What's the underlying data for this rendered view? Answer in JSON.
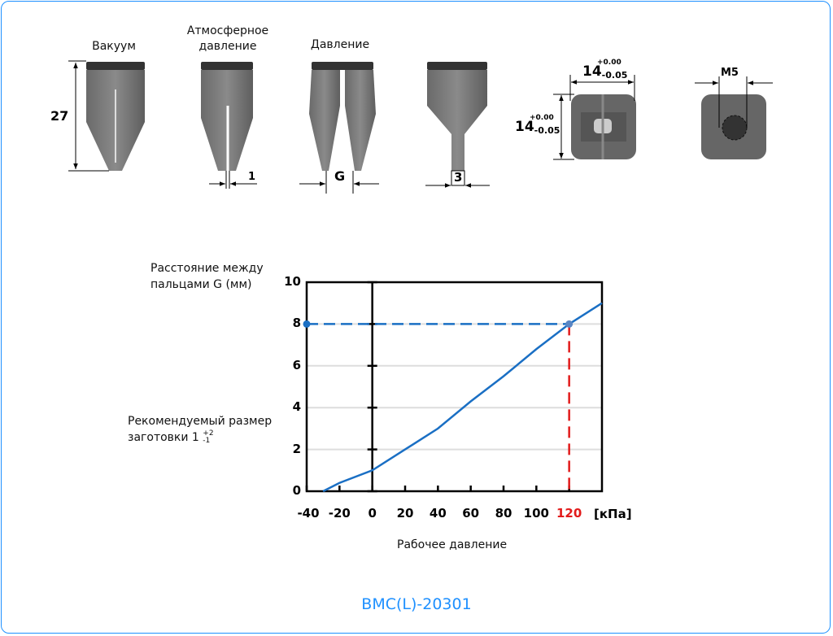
{
  "drawings": {
    "labels": {
      "vacuum": "Вакуум",
      "atmospheric": "Атмосферное давление",
      "pressure": "Давление"
    },
    "dimensions": {
      "height": "27",
      "slot": "1",
      "gap": "G",
      "tip": "3",
      "size_main": "14",
      "size_tol_upper": "+0.00",
      "size_tol_lower": "-0.05",
      "thread": "M5"
    }
  },
  "chart_data": {
    "type": "line",
    "ylabel": "Расстояние между пальцами G (мм)",
    "xlabel": "Рабочее давление",
    "x_unit": "[кПа]",
    "xlim": [
      -40,
      140
    ],
    "ylim": [
      0,
      10
    ],
    "x_ticks": [
      "-40",
      "-20",
      "0",
      "20",
      "40",
      "60",
      "80",
      "100",
      "120"
    ],
    "y_ticks": [
      "0",
      "2",
      "4",
      "6",
      "8",
      "10"
    ],
    "grid": true,
    "highlight_x": "120",
    "series": [
      {
        "name": "G",
        "color": "#1a6fc4",
        "x": [
          -30,
          -20,
          0,
          20,
          40,
          60,
          80,
          100,
          120,
          140
        ],
        "y": [
          0,
          0.4,
          1,
          2,
          3,
          4.3,
          5.5,
          6.8,
          8,
          9
        ]
      }
    ],
    "marker": {
      "x": 120,
      "y": 8
    },
    "annotation": {
      "text": "Рекомендуемый размер заготовки 1",
      "sup": "+2",
      "sub": "-1"
    }
  },
  "model": "BMC(L)-20301",
  "colors": {
    "accent": "#1e90ff",
    "line": "#1a6fc4",
    "highlight": "#e21b1b"
  }
}
